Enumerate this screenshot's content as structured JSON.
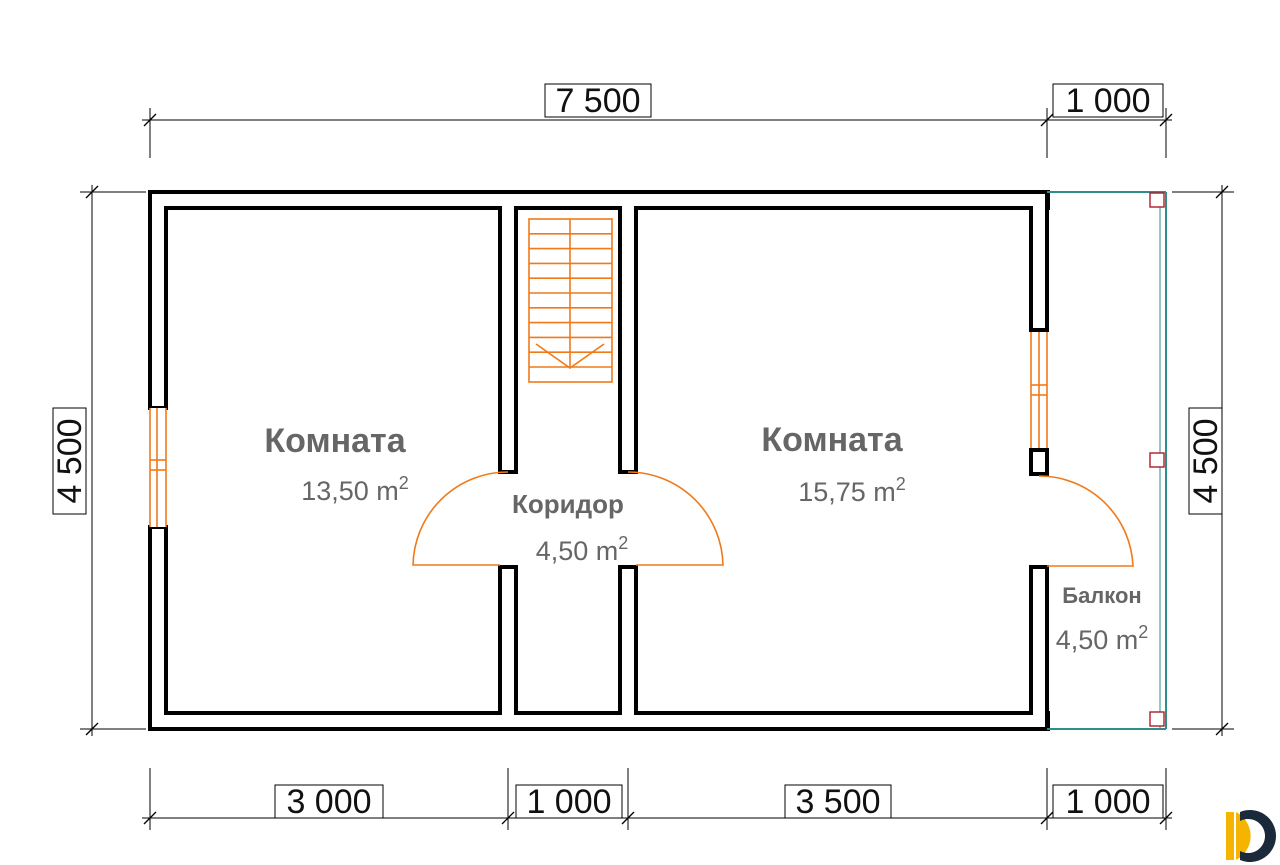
{
  "dimensions": {
    "top_main": "7 500",
    "top_balcony": "1 000",
    "left_height": "4 500",
    "right_height": "4 500",
    "bottom_room1": "3 000",
    "bottom_corridor": "1 000",
    "bottom_room2": "3 500",
    "bottom_balcony": "1 000"
  },
  "rooms": {
    "room_left": {
      "name": "Комната",
      "area": "13,50 m",
      "unit_sup": "2"
    },
    "corridor": {
      "name": "Коридор",
      "area": "4,50 m",
      "unit_sup": "2"
    },
    "room_right": {
      "name": "Комната",
      "area": "15,75 m",
      "unit_sup": "2"
    },
    "balcony": {
      "name": "Балкон",
      "area": "4,50 m",
      "unit_sup": "2"
    }
  },
  "colors": {
    "wall_stroke": "#000000",
    "wall_fill": "#ffffff",
    "door_window": "#f07a1a",
    "balcony_rail": "#2e8f8a",
    "post": "#b0192a",
    "label": "#666666",
    "logo_yellow": "#f5b400",
    "logo_dark": "#1b2a3a"
  },
  "logo": {
    "icon": "d-logo-icon"
  }
}
